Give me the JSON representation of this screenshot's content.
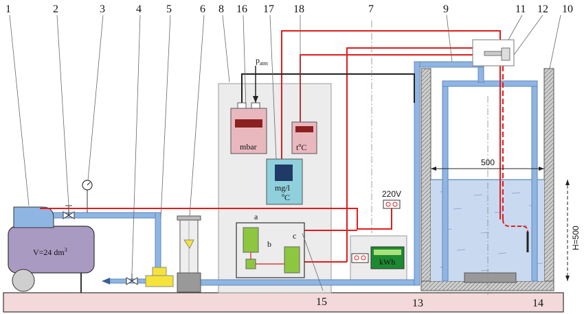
{
  "callouts": [
    "1",
    "2",
    "3",
    "4",
    "5",
    "6",
    "8",
    "16",
    "17",
    "18",
    "7",
    "9",
    "11",
    "12",
    "10",
    "15",
    "13",
    "14"
  ],
  "labels": {
    "mbar": "mbar",
    "tc_t": "t",
    "tc_o": "o",
    "tc_c": "C",
    "do_mg": "mg/l",
    "do_o": "o",
    "do_c": "C",
    "p": "p",
    "atm": "atm",
    "v220": "220V",
    "kwh": "kWh",
    "tank_width": "500",
    "tank_height": "H=500",
    "tank_volume": "V=24 dm",
    "tank_volume_exp": "3",
    "a": "a",
    "b": "b",
    "c": "c"
  },
  "colors": {
    "pipe": "#8fb6e3",
    "pipe_edge": "#5f86b8",
    "red_line": "#e11b1b",
    "base": "#f3d9d9",
    "panel": "#ececec",
    "green": "#8dc63f",
    "tank_purple": "#a99ac2",
    "water": "#c9d9ef",
    "gauge_red": "#8b2020"
  }
}
